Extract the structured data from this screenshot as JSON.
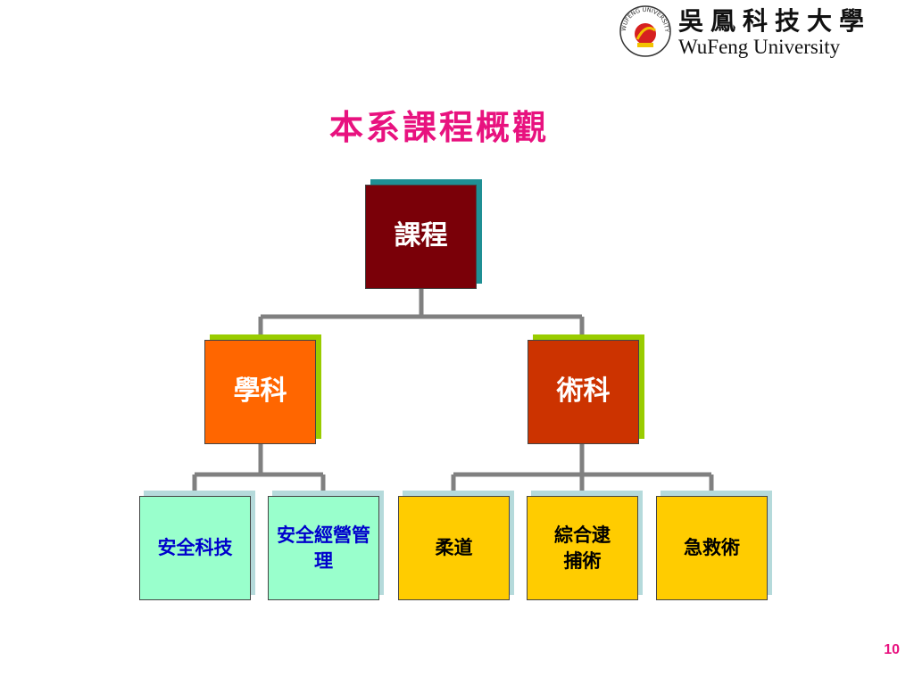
{
  "logo": {
    "name_cn": "吳鳳科技大學",
    "name_en": "WuFeng University",
    "seal_text": "WUFENG UNIVERSITY"
  },
  "title": "本系課程概觀",
  "org_chart": {
    "root": "課程",
    "branches": [
      {
        "label": "學科",
        "children": [
          "安全科技",
          "安全經營管理"
        ]
      },
      {
        "label": "術科",
        "children": [
          "柔道",
          "綜合逮捕術",
          "急救術"
        ]
      }
    ]
  },
  "colors": {
    "title": "#e8127f",
    "root_fill": "#7a0008",
    "root_shadow": "#1f8f94",
    "branch1_fill": "#ff6600",
    "branch2_fill": "#cc3300",
    "branch_shadow": "#99cc00",
    "leaf_group1_fill": "#99ffcc",
    "leaf_group2_fill": "#ffcc00",
    "leaf_shadow": "#b5dadb",
    "connector": "#808080"
  },
  "page_number": "10"
}
